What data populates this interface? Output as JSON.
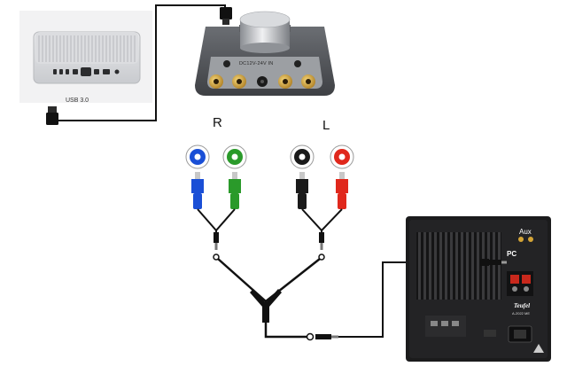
{
  "labels": {
    "usb": "USB 3.0",
    "right": "R",
    "left": "L",
    "amp_power": "DC12V-24V IN",
    "aux": "Aux",
    "pc": "PC",
    "brand": "Teufel",
    "model": "A-2022 ME"
  },
  "devices": {
    "computer": "mac-studio-computer",
    "amplifier": "stereo-amplifier",
    "subwoofer": "active-subwoofer"
  },
  "connectors": {
    "rca_right": [
      "blue",
      "green"
    ],
    "rca_left": [
      "black",
      "red"
    ]
  },
  "colors": {
    "blue": "#1a4fd6",
    "green": "#2a9a2a",
    "black": "#1a1a1a",
    "red": "#e0281c",
    "gold": "#d4a436"
  }
}
